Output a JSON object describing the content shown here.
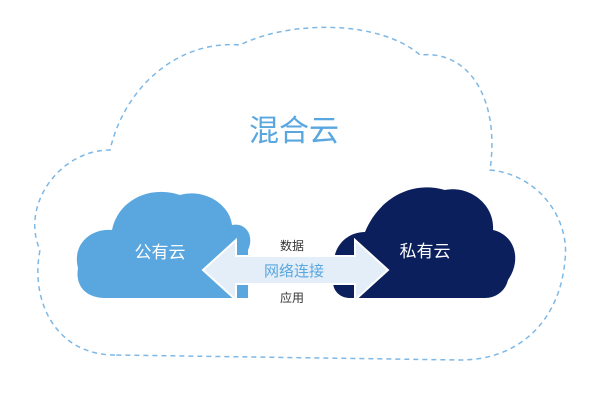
{
  "diagram": {
    "title": "混合云",
    "public_cloud": {
      "label": "公有云",
      "color": "#5aa7df"
    },
    "private_cloud": {
      "label": "私有云",
      "color": "#0b1f5c"
    },
    "connection": {
      "label": "网络连接",
      "top_label": "数据",
      "bottom_label": "应用",
      "arrow_color": "#e3eef8"
    },
    "outer_cloud": {
      "stroke_color": "#7db8e6"
    }
  }
}
